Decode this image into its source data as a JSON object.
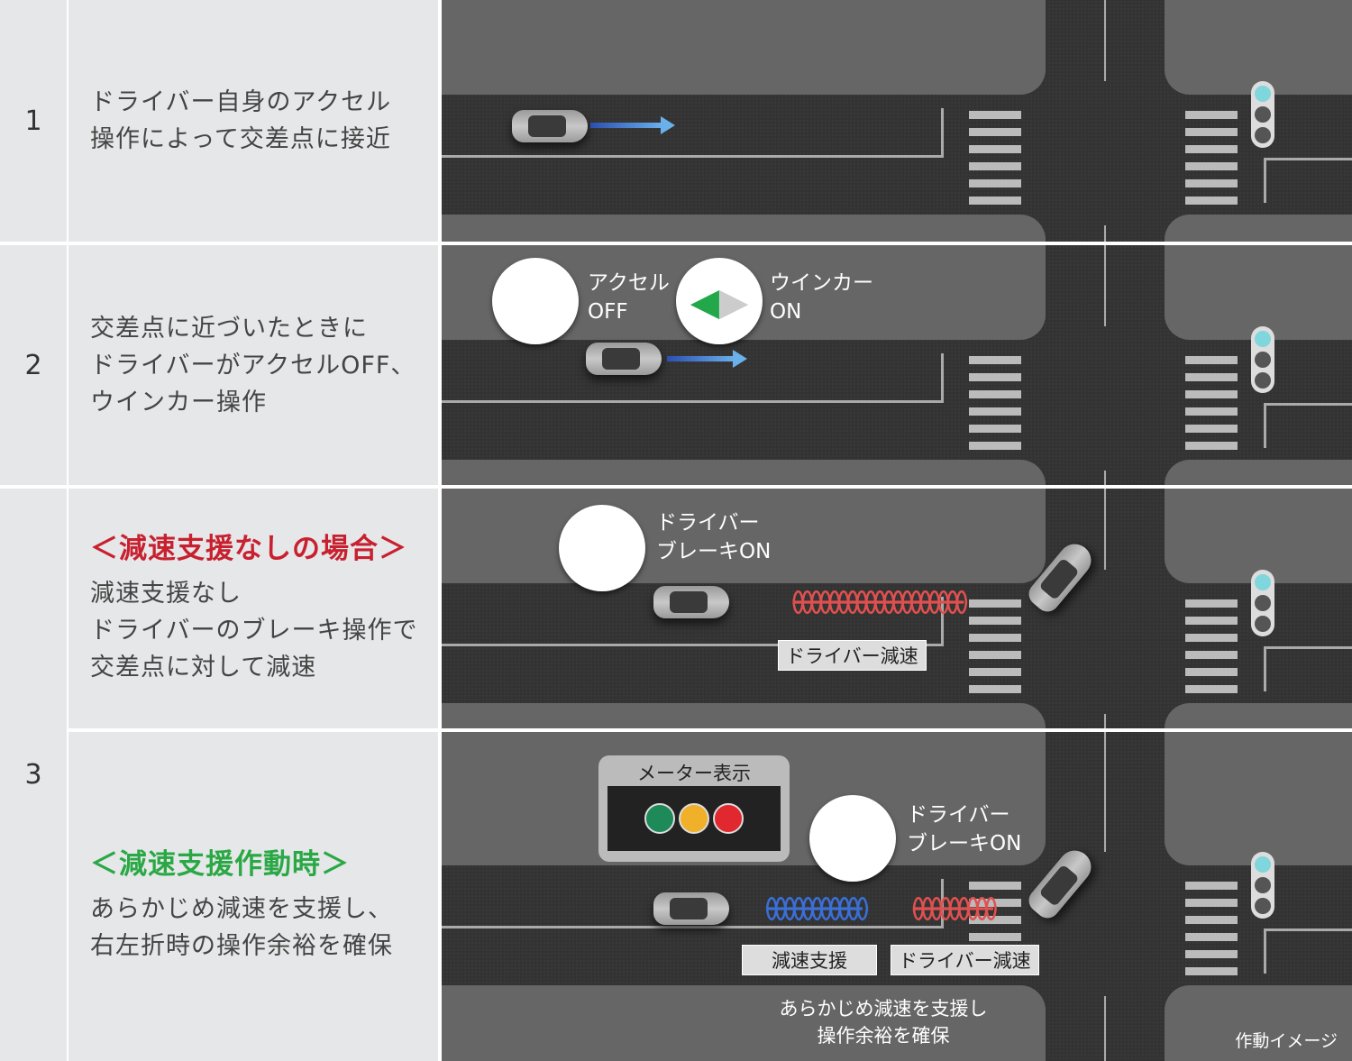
{
  "rows": [
    {
      "number": "1",
      "lines": [
        "ドライバー自身のアクセル",
        "操作によって交差点に接近"
      ]
    },
    {
      "number": "2",
      "lines": [
        "交差点に近づいたときに",
        "ドライバーがアクセルOFF、",
        "ウインカー操作"
      ]
    },
    {
      "number": "3",
      "case_a": {
        "heading": "＜減速支援なしの場合＞",
        "heading_color": "#c8202f",
        "lines": [
          "減速支援なし",
          "ドライバーのブレーキ操作で",
          "交差点に対して減速"
        ]
      },
      "case_b": {
        "heading": "＜減速支援作動時＞",
        "heading_color": "#2aa845",
        "lines": [
          "あらかじめ減速を支援し、",
          "右左折時の操作余裕を確保"
        ]
      }
    }
  ],
  "scene2": {
    "accel_label": [
      "アクセル",
      "OFF"
    ],
    "winker_label": [
      "ウインカー",
      "ON"
    ],
    "winker_arrow_colors": {
      "left": "#22a84a",
      "right": "#cccccc"
    }
  },
  "scene3": {
    "brake_label": [
      "ドライバー",
      "ブレーキON"
    ],
    "tag": "ドライバー減速"
  },
  "scene4": {
    "meter_title": "メーター表示",
    "meter_lights": [
      "#1e8a5a",
      "#f0b02a",
      "#e0282e"
    ],
    "brake_label": [
      "ドライバー",
      "ブレーキON"
    ],
    "tag_assist": "減速支援",
    "tag_driver": "ドライバー減速",
    "caption": [
      "あらかじめ減速を支援し",
      "操作余裕を確保"
    ]
  },
  "footnote": "作動イメージ",
  "colors": {
    "panel_bg": "#e6e7e8",
    "assist_wave": "#3a6fd8",
    "driver_wave": "#e05050"
  }
}
